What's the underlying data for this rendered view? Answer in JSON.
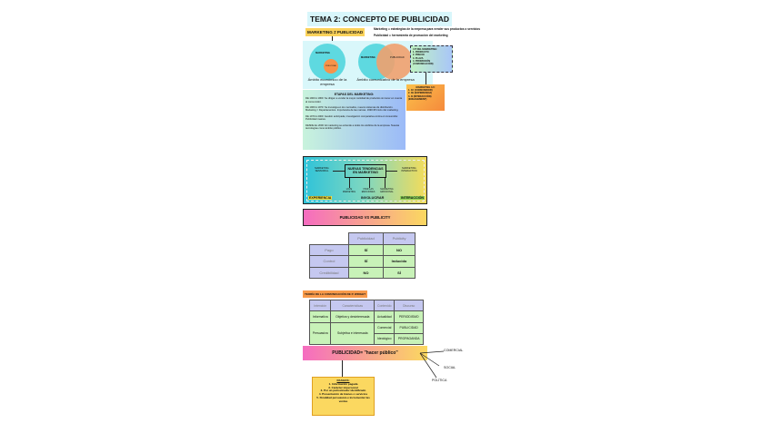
{
  "title": "TEMA 2: CONCEPTO DE PUBLICIDAD",
  "mk_vs_pub": "MARKETING ≠ PUBLICIDAD",
  "def_marketing": "Marketing = estrategias de la empresa para vender sus productos o servicios",
  "def_publicidad": "Publicidad = herramienta de promoción del marketing",
  "venn": {
    "marketing": "MARKETING",
    "publicidad": "PUBLICIDAD",
    "left_caption": "Ámbito económico de la empresa",
    "right_caption": "Ámbito comunicativo de la empresa"
  },
  "four_p": {
    "title": "4 P DEL MARKETING:",
    "items": [
      "1. PRODUCTO",
      "2. PRECIO",
      "3. PLAZA",
      "4. PROMOCIÓN (COMUNICACIÓN)"
    ]
  },
  "mk3": {
    "title": "MARKETING 3.0:",
    "items": [
      "1. 4C (CONSUMIDOR)",
      "2. 4E (EXPERIENCIA)",
      "3. 4I (INTERACCIÓN) (ENGAGEMENT)"
    ]
  },
  "etapas": {
    "title": "ETAPAS DEL MARKETING:",
    "paras": [
      "DE 1900 A 1960: Se dirigen a vender la mayor cantidad de productos sin tener en cuenta al consumidor.",
      "DE 1960 A 1970: Se investiga en los mercados, nuevos sistemas de distribución. Marketing = Departamentos. Importancia de las marcas. 1990-95 Inicio del marketing.",
      "DE 1970 A 2000: Gestión anticipada, investigación comparativa contra el consumidor. Publicidad masiva.",
      "DESDE EL 2000: El marketing se extiende a todos los ámbitos de la empresa. Nuevas tecnologías como ámbito público."
    ]
  },
  "tendencias": {
    "center": "NUEVAS TENDENCIAS EN MARKETING",
    "left": "MARKETING SENSORIAL",
    "right": "MARKETING INTERACTIVO",
    "bottom": [
      "LOVE MARKETING",
      "VIVIR LAS EMOCIONES",
      "MARKETING EMOCIONAL"
    ],
    "experiencia": "EXPERIENCIA",
    "involucrar": "INVOLUCRAR",
    "interaccion": "INTERACCIÓN"
  },
  "vs_title": "PUBLICIDAD VS PUBLICITY",
  "vs_table": {
    "headers": [
      "",
      "Publicidad",
      "Publicity"
    ],
    "rows": [
      [
        "Pago",
        "SÍ",
        "NO"
      ],
      [
        "Control",
        "SÍ",
        "Inducido"
      ],
      [
        "Credibilidad",
        "NO",
        "SÍ"
      ]
    ]
  },
  "wright_title": "TEORÍA DE LA COMUNICACIÓN DE P. WRIGHT",
  "wright_table": {
    "headers": [
      "Intención",
      "Características",
      "Contenido",
      "Discurso"
    ],
    "rows": [
      [
        "Informativa",
        "Objetiva y desinteresada",
        "Actualidad",
        "PERIODISMO"
      ],
      [
        "Persuasiva",
        "Subjetiva e interesada",
        "Comercial",
        "PUBLICIDAD"
      ],
      [
        "",
        "",
        "Ideológico",
        "PROPAGANDA"
      ]
    ]
  },
  "publicidad_def": "PUBLICIDAD= \"hacer público\"",
  "branches": [
    "COMERCIAL",
    "SOCIAL",
    "POLÍTICA"
  ],
  "rasgos": {
    "title": "RASGOS:",
    "items": [
      "1. Información pagada",
      "2. Carácter impersonal",
      "3. Por un patrocinador identificado",
      "4. Presentación de bienes o servicios",
      "5. Finalidad persuasiva e incrementar las ventas"
    ]
  }
}
